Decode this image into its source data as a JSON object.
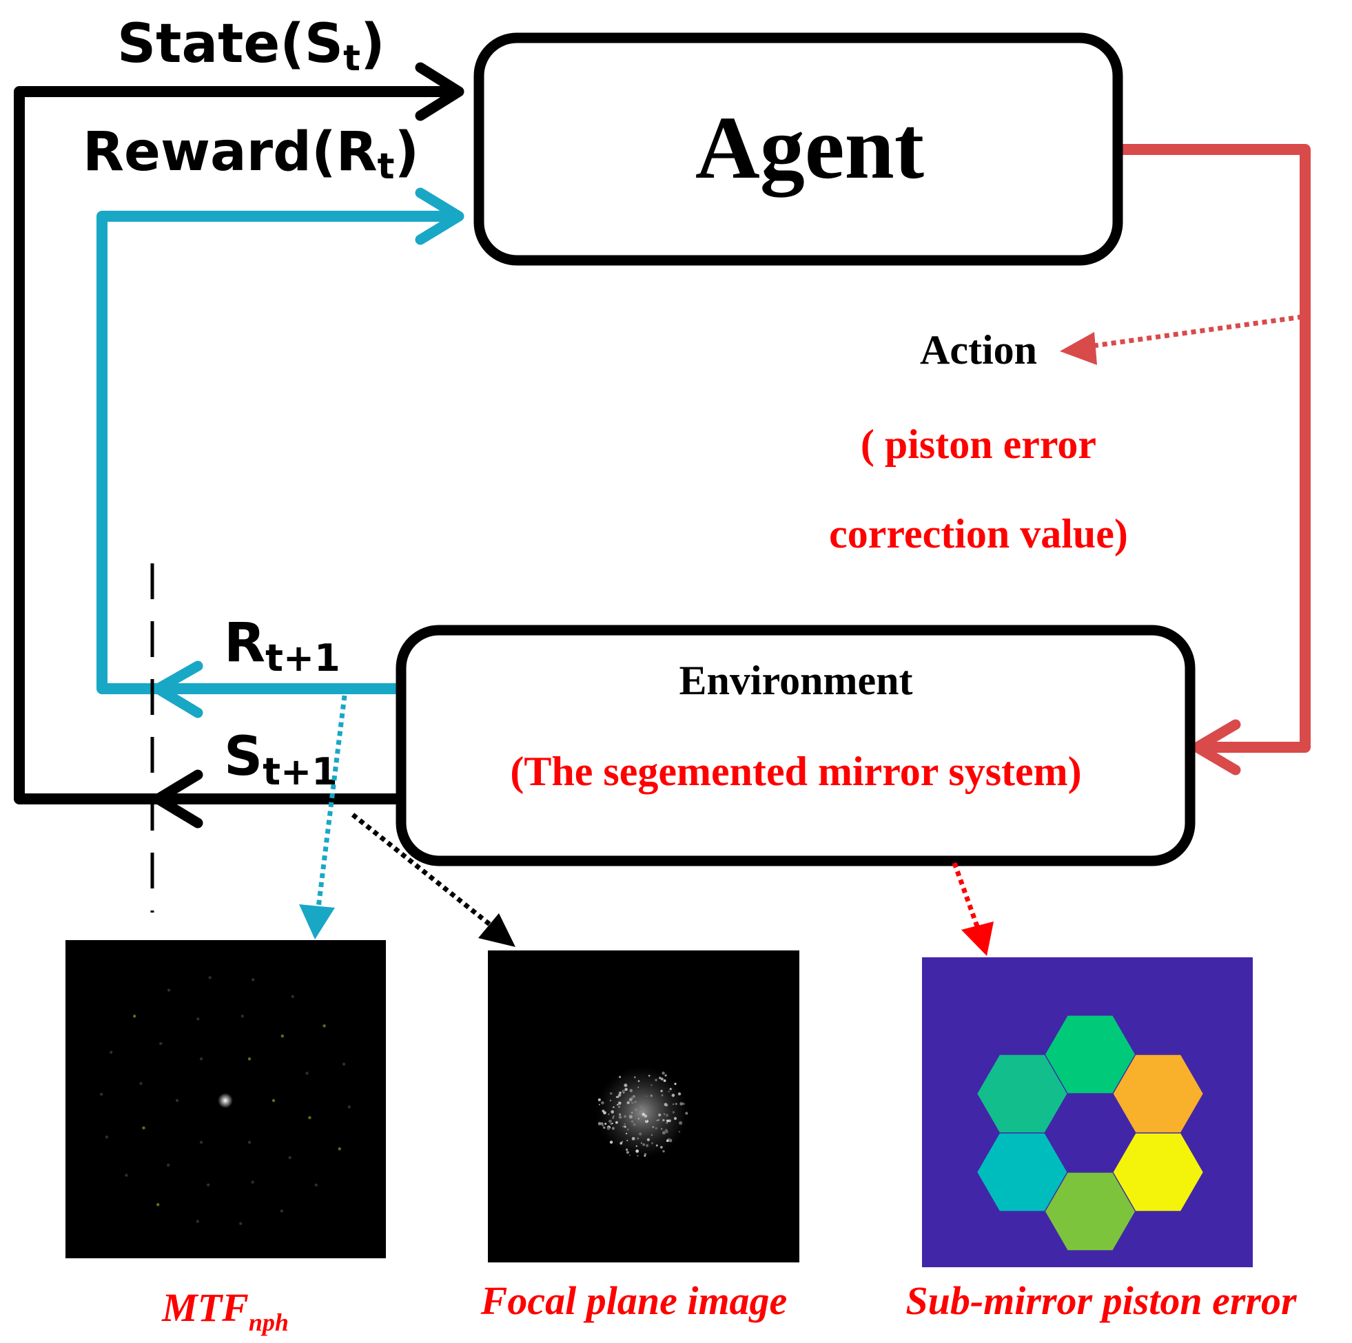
{
  "labels": {
    "state": "State(S",
    "state_sub": "t",
    "state_close": ")",
    "reward": "Reward(R",
    "reward_sub": "t",
    "reward_close": ")",
    "r_next": "R",
    "r_next_sub": "t+1",
    "s_next": "S",
    "s_next_sub": "t+1"
  },
  "agent": {
    "title": "Agent"
  },
  "action": {
    "title": "Action",
    "desc_line1": "( piston error",
    "desc_line2": "correction value)"
  },
  "environment": {
    "title": "Environment",
    "desc": "(The segemented mirror system)"
  },
  "captions": {
    "mtf": "MTF",
    "mtf_sub": "nph",
    "focal": "Focal plane image",
    "piston": "Sub-mirror piston error"
  },
  "colors": {
    "state_arrow": "#000000",
    "reward_arrow": "#19a7c6",
    "action_arrow": "#d94a4a",
    "caption_red": "#ff0000",
    "piston_bg": "#4226a8"
  },
  "piston_segments": [
    {
      "position": "top",
      "color": "#00c97a"
    },
    {
      "position": "upper-left",
      "color": "#12bf8c"
    },
    {
      "position": "upper-right",
      "color": "#f9b02b"
    },
    {
      "position": "lower-left",
      "color": "#00bdbd"
    },
    {
      "position": "lower-right",
      "color": "#f4f40a"
    },
    {
      "position": "bottom",
      "color": "#7cc43c"
    }
  ]
}
